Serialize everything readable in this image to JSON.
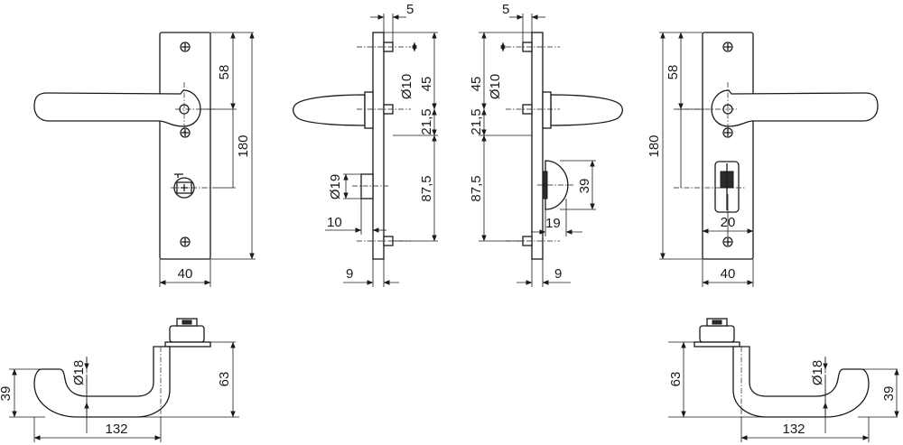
{
  "dimensions": {
    "front_left": {
      "width": "40",
      "height": "180",
      "spindle": "58"
    },
    "side_left": {
      "screw": "5",
      "dia_top": "Ø10",
      "pitch": "45",
      "offset": "21,5",
      "lower": "87,5",
      "dia_lock": "Ø19",
      "lock_depth": "10",
      "thickness": "9"
    },
    "side_right": {
      "screw": "5",
      "dia_top": "Ø10",
      "pitch": "45",
      "offset": "21,5",
      "lower": "87,5",
      "turn_height": "39",
      "turn_depth": "19",
      "thickness": "9"
    },
    "front_right": {
      "width": "40",
      "height": "180",
      "spindle": "58",
      "turn_width": "20"
    },
    "top_left": {
      "grip_dia": "Ø18",
      "projection": "63",
      "height": "39",
      "length": "132"
    },
    "top_right": {
      "grip_dia": "Ø18",
      "projection": "63",
      "height": "39",
      "length": "132"
    }
  }
}
